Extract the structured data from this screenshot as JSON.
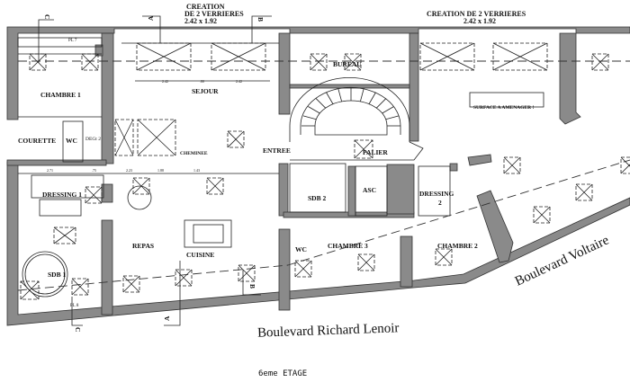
{
  "plan": {
    "floor_title": "6eme ETAGE",
    "streets": {
      "bottom": "Boulevard Richard Lenoir",
      "right": "Boulevard Voltaire"
    },
    "notes": [
      {
        "line1": "CREATION",
        "line2": "DE 2 VERRIERES",
        "line3": "2.42 x 1.92"
      },
      {
        "line1": "CREATION  DE 2 VERRIERES",
        "line2": "2.42 x 1.92"
      }
    ],
    "surface_note": "SURFACE A AMENAGER !",
    "rooms": {
      "chambre1": "CHAMBRE 1",
      "courette": "COURETTE",
      "wc1": "WC",
      "degt2": "DEGt 2",
      "sejour": "SEJOUR",
      "cheminee": "CHEMINEE",
      "entree": "ENTREE",
      "bureau": "BUREAU",
      "palier": "PALIER",
      "dressing1": "DRESSING 1",
      "repas": "REPAS",
      "cuisine": "CUISINE",
      "sdb1": "SDB 1",
      "sdb2": "SDB 2",
      "asc": "ASC",
      "dressing2": "DRESSING",
      "dressing2_num": "2",
      "wc2": "WC",
      "chambre3": "CHAMBRE 3",
      "chambre2": "CHAMBRE 2"
    },
    "markers": {
      "pl7": "PL 7",
      "pl8": "PL 8"
    },
    "sections": {
      "a": "A",
      "b": "B",
      "c": "C"
    },
    "dimensions": {
      "d1": "2.42",
      "d2": ".80",
      "d3": "2.42",
      "d4": "2.71",
      "d5": ".75",
      "d6": "2.23",
      "d7": "1.88",
      "d8": "1.43"
    }
  }
}
